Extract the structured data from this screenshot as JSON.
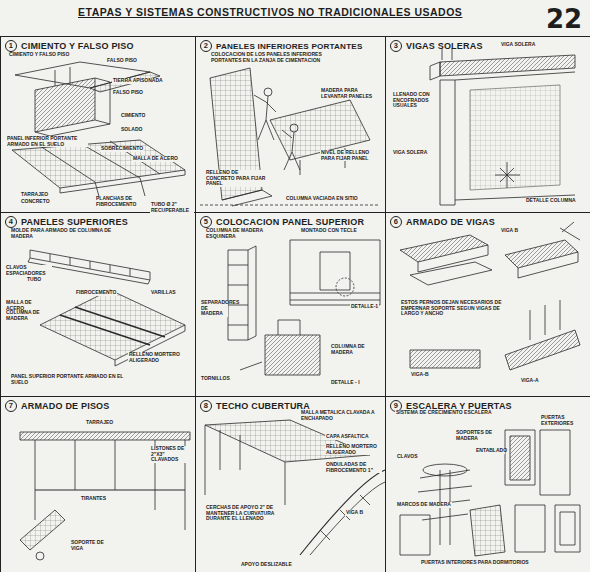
{
  "diagram": {
    "title": "ETAPAS Y SISTEMAS CONSTRUCTIVOS NO TRADICIONALES USADOS",
    "nodes": [
      {
        "text": [
          "1",
          "CIMIENTO Y FALSO PISO"
        ]
      },
      {
        "text": [
          "2",
          "PANELES INFERIORES PORTANTES"
        ]
      },
      {
        "text": [
          "3",
          "VIGAS SOLERAS"
        ]
      },
      {
        "text": [
          "4",
          "PANELES SUPERIORES"
        ]
      },
      {
        "text": [
          "5",
          "COLOCACION PANEL SUPERIOR"
        ]
      },
      {
        "text": [
          "6",
          "ARMADO DE VIGAS"
        ]
      },
      {
        "text": [
          "7",
          "ARMADO DE PISOS"
        ]
      },
      {
        "text": [
          "8",
          "TECHO CUBERTURA"
        ]
      },
      {
        "text": [
          "9",
          "ESCALERA Y PUERTAS"
        ]
      }
    ],
    "labels": [
      "22",
      "CIMIENTO Y FALSO PISO",
      "FALSO PISO",
      "TIERRA APISONADA",
      "FALSO PISO",
      "CIMIENTO",
      "SOLADO",
      "PANEL INFERIOR PORTANTE ARMADO EN EL SUELO",
      "SOBRECIMIENTO",
      "MALLA DE ACERO",
      "TARRAJEO",
      "CONCRETO",
      "PLANCHAS DE FIBROCEMENTO",
      "TUBO Ø 2\" RECUPERABLE",
      "COLOCACION DE LOS PANELES INFERIORES PORTANTES EN LA ZANJA DE CIMENTACION",
      "MADERA PARA LEVANTAR PANELES",
      "NIVEL DE RELLENO PARA FIJAR PANEL",
      "RELLENO DE CONCRETO PARA FIJAR PANEL",
      "COLUMNA VACIADA EN SITIO",
      "VIGA SOLERA",
      "LLENADO CON ENCOFRADOS USUALES",
      "VIGA SOLERA",
      "DETALLE COLUMNA",
      "MOLDE PARA ARMADO DE COLUMNA DE MADERA",
      "CLAVOS ESPACIADORES",
      "TUBO",
      "FIBROCEMENTO",
      "VARILLAS",
      "RELLENO MORTERO ALIGERADO",
      "MALLA DE ACERO",
      "COLUMNA DE MADERA",
      "PANEL SUPERIOR PORTANTE ARMADO EN EL SUELO",
      "COLUMNA DE MADERA ESQUINERA",
      "MONTADO CON TECLE",
      "SEPARADORES DE MADERA",
      "DETALLE-1",
      "TORNILLOS",
      "COLUMNA DE MADERA",
      "DETALLE - I",
      "VIGA B",
      "ESTOS PERNOS DEJAN NECESARIOS DE EMPERNAR SOPORTE SEGUN VIGAS DE LARGO Y ANCHO",
      "VIGA-B",
      "VIGA-A",
      "TARRAJEO",
      "LISTONES DE 2\"X3\" CLAVADOS",
      "TIRANTES",
      "SOPORTE DE VIGA",
      "MALLA METALICA CLAVADA A ENCHAPADO",
      "CAPA ASFALTICA",
      "RELLENO MORTERO ALIGERADO",
      "ONDULADAS DE FIBROCEMENTO 1\"",
      "CERCHAS DE APOYO 2\" DE MANTENER LA CURVATURA DURANTE EL LLENADO",
      "VIGA B",
      "APOYO DESLIZABLE",
      "SISTEMA DE CRECIMIENTO ESCALERA",
      "PUERTAS EXTERIORES",
      "SOPORTES DE MADERA",
      "CLAVOS",
      "ENTABLADO",
      "MARCOS DE MADERA",
      "PUERTAS INTERIORES PARA DORMITORIOS"
    ]
  }
}
